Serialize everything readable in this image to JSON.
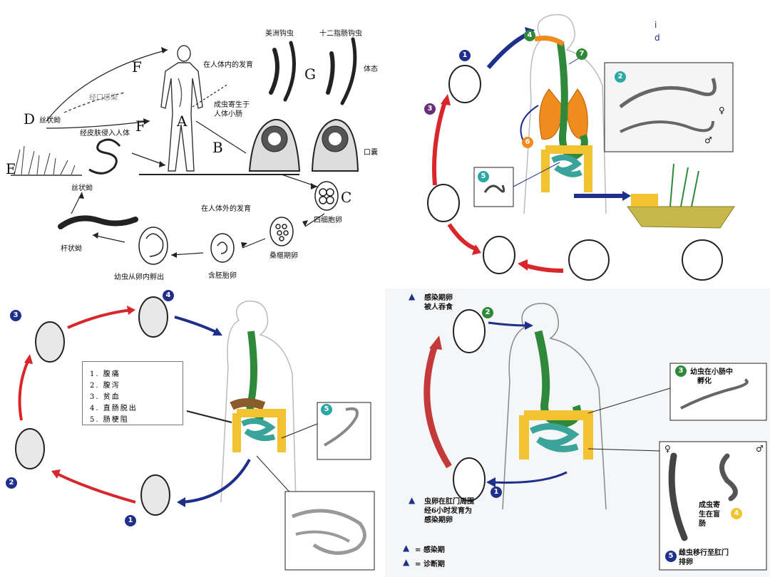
{
  "panel1": {
    "labels": {
      "d_wormtype": "丝状蚴",
      "oral_infection": "经口感染",
      "skin_infection": "经皮肤侵入人体",
      "in_body": "在人体内的发育",
      "adult_lives": "成虫寄生于",
      "adult_lives2": "人体小肠",
      "americanus": "美洲钩虫",
      "duodenale": "十二指肠钩虫",
      "body_shape": "体态",
      "mouth": "口囊",
      "outside_body": "在人体外的发育",
      "four_cell_egg": "四细胞卵",
      "morula_egg": "桑椹期卵",
      "embryo_egg": "含胚胎卵",
      "larva_hatch": "幼虫从卵内孵出",
      "rhabditiform": "杆状蚴",
      "filariform": "丝状蚴"
    },
    "letters": {
      "A": "A",
      "B": "B",
      "C": "C",
      "D": "D",
      "E": "E",
      "F1": "F",
      "F2": "F",
      "G": "G"
    }
  },
  "panel2": {
    "numbers": [
      "1",
      "2",
      "3",
      "4",
      "5",
      "6",
      "7"
    ],
    "legend": {
      "infective": "i",
      "diagnostic": "d"
    },
    "sex": {
      "female": "♀",
      "male": "♂"
    }
  },
  "panel3": {
    "legend_items": [
      "1. 腹痛",
      "2. 腹泻",
      "3. 贫血",
      "4. 直肠脱出",
      "5. 肠梗阻"
    ],
    "numbers": [
      "1",
      "2",
      "3",
      "4",
      "5"
    ]
  },
  "panel4": {
    "step1": "感染期卵",
    "step1b": "被人吞食",
    "step3": "幼虫在小肠中",
    "step3b": "孵化",
    "step4": "成虫寄",
    "step4b": "生在盲",
    "step4c": "肠",
    "step5": "雌虫移行至肛门",
    "step5b": "排卵",
    "egg_note": "虫卵在肛门周围",
    "egg_note2": "经6小时发育为",
    "egg_note3": "感染期卵",
    "legend_i": "= 感染期",
    "legend_d": "= 诊断期",
    "numbers": [
      "1",
      "2",
      "3",
      "4",
      "5"
    ],
    "sex": {
      "female": "♀",
      "male": "♂"
    }
  },
  "colors": {
    "arrow_blue": "#1f2f8c",
    "arrow_red": "#d8262b",
    "lung_orange": "#f08b1e",
    "gut_yellow": "#f2c230",
    "gut_green": "#2e8a3a",
    "intestine_teal": "#3aa39a"
  }
}
